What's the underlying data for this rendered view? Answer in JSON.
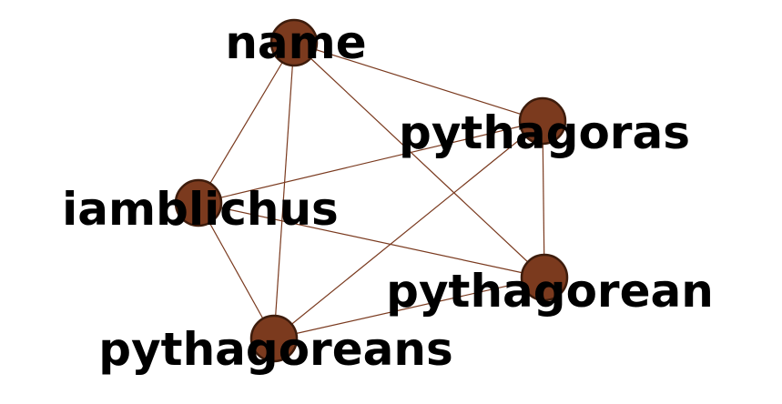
{
  "graph": {
    "node_color": "#7b3a1e",
    "edge_color": "#7a3a1f",
    "label_color": "#000000",
    "nodes": [
      {
        "id": "name",
        "label": "name"
      },
      {
        "id": "pythagoras",
        "label": "pythagoras"
      },
      {
        "id": "iamblichus",
        "label": "iamblichus"
      },
      {
        "id": "pythagorean",
        "label": "pythagorean"
      },
      {
        "id": "pythagoreans",
        "label": "pythagoreans"
      }
    ],
    "edges": [
      [
        "name",
        "pythagoras"
      ],
      [
        "name",
        "iamblichus"
      ],
      [
        "name",
        "pythagorean"
      ],
      [
        "name",
        "pythagoreans"
      ],
      [
        "pythagoras",
        "iamblichus"
      ],
      [
        "pythagoras",
        "pythagorean"
      ],
      [
        "pythagoras",
        "pythagoreans"
      ],
      [
        "iamblichus",
        "pythagorean"
      ],
      [
        "iamblichus",
        "pythagoreans"
      ],
      [
        "pythagorean",
        "pythagoreans"
      ]
    ]
  }
}
